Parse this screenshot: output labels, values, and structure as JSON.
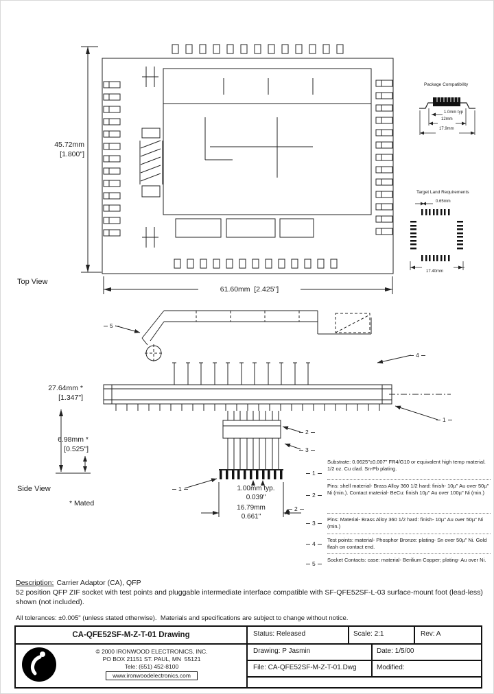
{
  "top_view": {
    "label": "Top View",
    "height_mm": "45.72mm",
    "height_in": "[1.800\"]",
    "width_dim": "61.60mm  [2.425\"]"
  },
  "package_compatibility": {
    "title": "Package Compatibility",
    "dims": [
      "1.0mm typ",
      "12mm",
      "17.9mm"
    ]
  },
  "target_land": {
    "title": "Target Land Requirements",
    "pitch_dim": "0.65mm",
    "width_dim": "17.40mm"
  },
  "side_view": {
    "label": "Side View",
    "mated": "* Mated",
    "height_mm": "27.64mm *",
    "height_in": "[1.347\"]",
    "standoff_mm": "6.98mm *",
    "standoff_in": "[0.525\"]",
    "pitch_mm": "1.00mm typ.",
    "pitch_in": "0.039\"",
    "width_mm": "16.79mm",
    "width_in": "0.661\"",
    "balloons": [
      "5",
      "4",
      "1",
      "2",
      "3",
      "1",
      "2"
    ]
  },
  "notes": [
    {
      "num": "1",
      "text": "Substrate: 0.0625\"±0.007\" FR4/G10 or equivalent high temp material. 1/2 oz. Cu clad. Sn-Pb plating."
    },
    {
      "num": "2",
      "text": "Pins: shell material- Brass Alloy 360 1/2 hard: finish- 10µ\" Au over 50µ\" Ni (min.). Contact material- BeCu: finish 10µ\" Au over 100µ\" Ni (min.)"
    },
    {
      "num": "3",
      "text": "Pins: Material- Brass Alloy 360 1/2 hard: finish- 10µ\" Au over 50µ\" Ni (min.)"
    },
    {
      "num": "4",
      "text": "Test points: material- Phosphor Bronze: plating- Sn over 50µ\" Ni. Gold flash on contact end."
    },
    {
      "num": "5",
      "text": "Socket Contacts: case: material- Berilium Copper; plating- Au over Ni."
    }
  ],
  "description": {
    "heading": "Description:",
    "summary": "Carrier Adaptor (CA), QFP",
    "body": "52 position QFP ZIF socket with test points and pluggable intermediate interface compatible with SF-QFE52SF-L-03 surface-mount foot (lead-less) shown (not included).",
    "tolerances": "All tolerances: ±0.005\" (unless stated otherwise).  Materials and specifications are subject to change without notice."
  },
  "title_block": {
    "title": "CA-QFE52SF-M-Z-T-01 Drawing",
    "status": "Status: Released",
    "scale": "Scale: 2:1",
    "rev": "Rev: A",
    "drawing": "Drawing: P Jasmin",
    "date": "Date: 1/5/00",
    "file": "File: CA-QFE52SF-M-Z-T-01.Dwg",
    "modified": "Modified:",
    "company": "© 2000 IRONWOOD ELECTRONICS, INC.",
    "address": "PO BOX 21151 ST. PAUL, MN  55121",
    "phone": "Tele: (651) 452-8100",
    "website": "www.ironwoodelectronics.com"
  }
}
